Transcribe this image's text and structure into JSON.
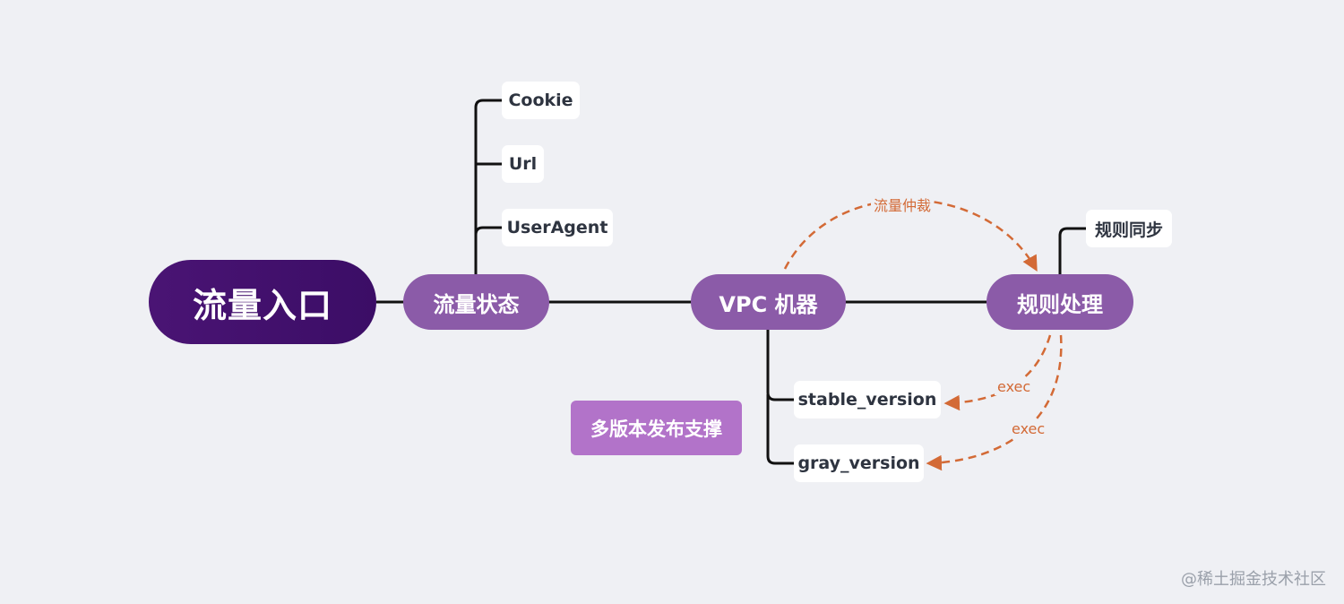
{
  "root": {
    "label": "流量入口"
  },
  "branches": {
    "traffic_state": {
      "label": "流量状态",
      "children": [
        "Cookie",
        "Url",
        "UserAgent"
      ]
    },
    "vpc": {
      "label": "VPC 机器",
      "children": [
        "stable_version",
        "gray_version"
      ]
    },
    "rule": {
      "label": "规则处理",
      "children": [
        "规则同步"
      ]
    }
  },
  "floating_topic": "多版本发布支撑",
  "relations": [
    {
      "label": "流量仲裁",
      "from": "VPC 机器",
      "to": "规则处理"
    },
    {
      "label": "exec",
      "from": "规则处理",
      "to": "stable_version"
    },
    {
      "label": "exec",
      "from": "规则处理",
      "to": "gray_version"
    }
  ],
  "watermark": "@稀土掘金技术社区",
  "colors": {
    "background": "#eff0f4",
    "root": "#3b0d66",
    "main_topic": "#8b5ba8",
    "floating_topic": "#b273c9",
    "relation": "#d36a36",
    "connector": "#111111"
  }
}
